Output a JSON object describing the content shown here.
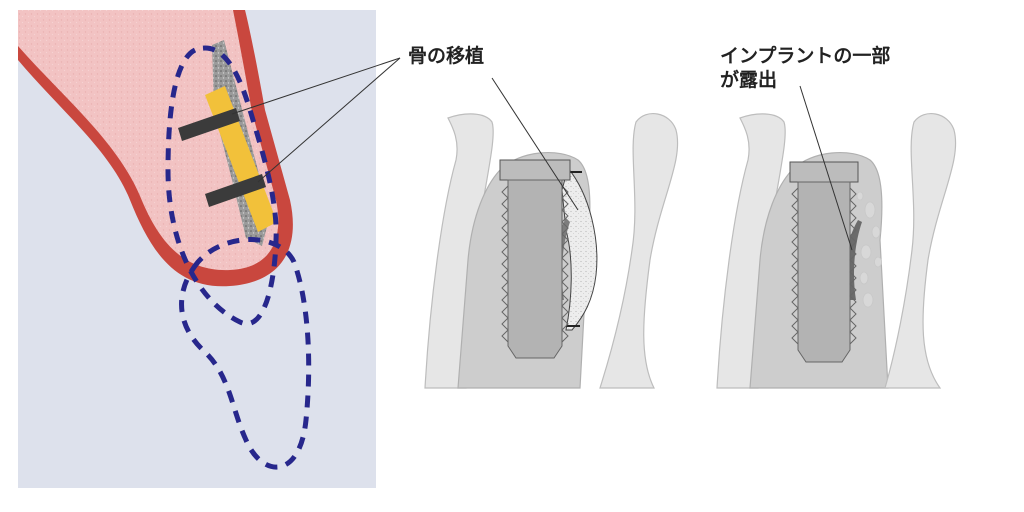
{
  "labels": {
    "bone_graft": "骨の移植",
    "implant_exposed_line1": "インプラントの一部",
    "implant_exposed_line2": "が露出"
  },
  "colors": {
    "panel_background": "#dde1ec",
    "gum_outline": "#c9473e",
    "gum_fill": "#f2c3c3",
    "graft_plate": "#f2c13a",
    "screw": "#3b3b3b",
    "dashed_outline": "#27278c",
    "bone_light": "#e6e6e6",
    "bone_mid": "#c9c9c9",
    "implant_gray": "#b3b3b3",
    "leader_line": "#333333"
  },
  "icons": {
    "graft_plate": "graft-plate",
    "fixation_screw": "fixation-screw",
    "implant": "dental-implant"
  }
}
